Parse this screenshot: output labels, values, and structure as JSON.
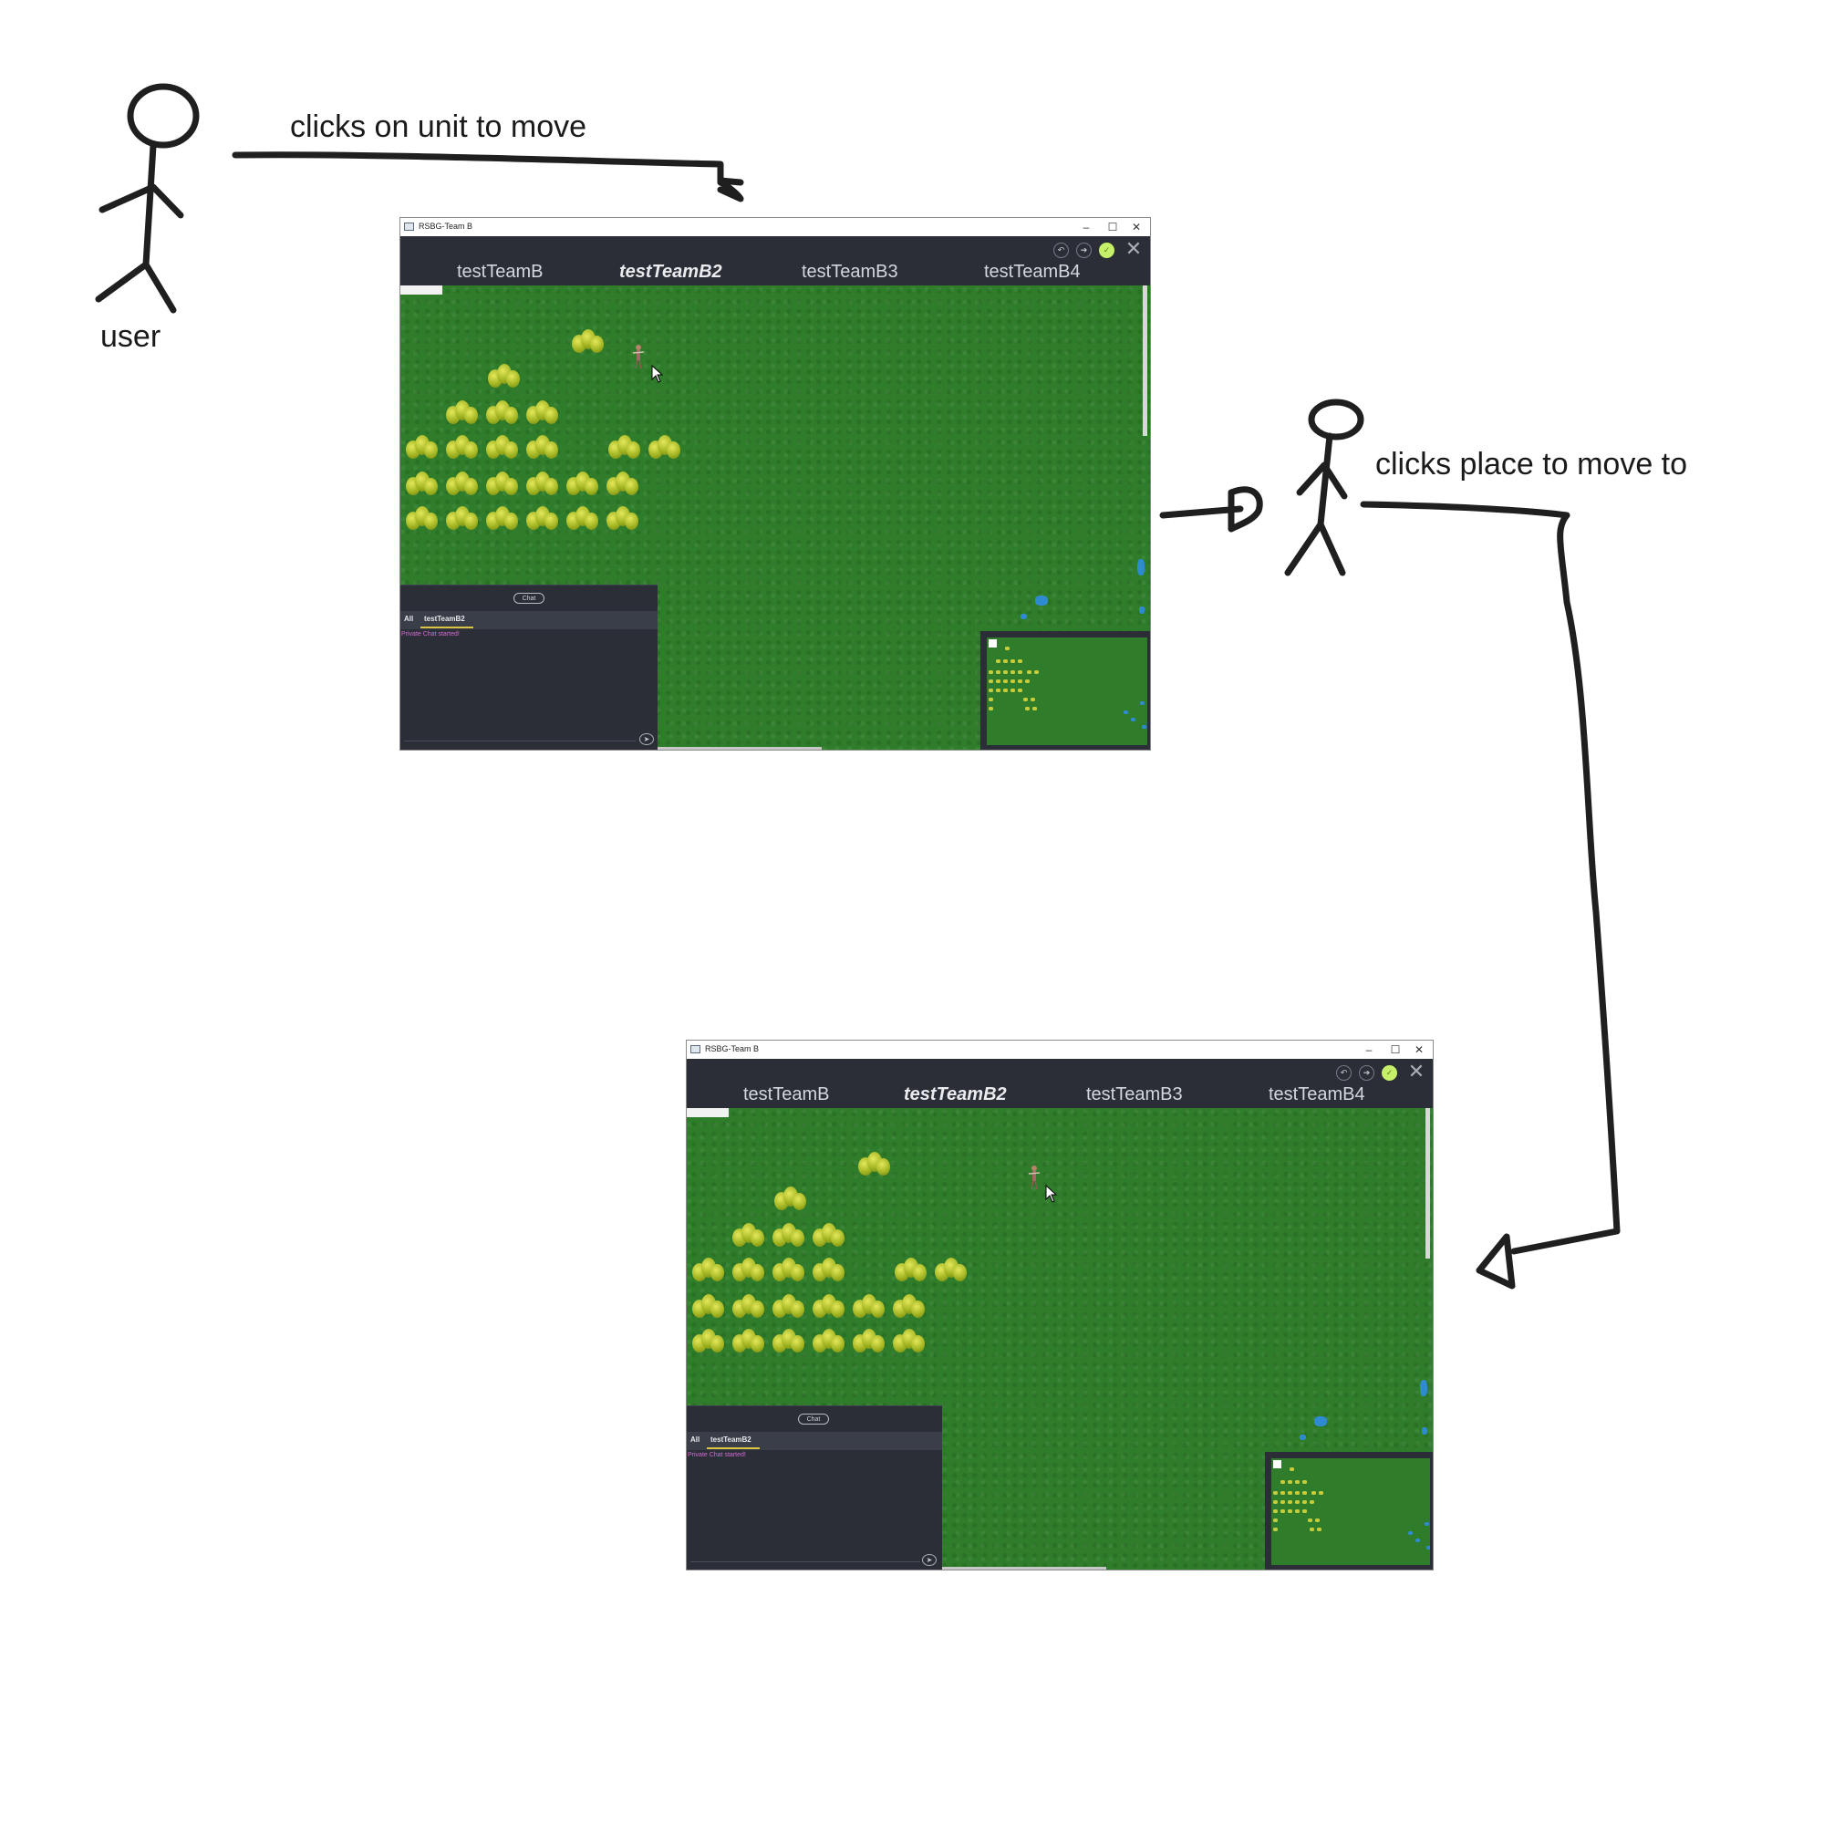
{
  "labels": {
    "step1": "clicks on unit to move",
    "step2": "clicks place to move to",
    "actor": "user"
  },
  "window": {
    "title": "RSBG-Team B",
    "controls": {
      "minimize": "–",
      "maximize": "☐",
      "close": "✕"
    },
    "teams": [
      "testTeamB",
      "testTeamB2",
      "testTeamB3",
      "testTeamB4"
    ],
    "active_team": "testTeamB2",
    "hud_buttons": [
      "undo-icon",
      "redo-icon",
      "confirm-icon",
      "close-icon"
    ],
    "chat": {
      "toggle_label": "Chat",
      "tabs": [
        "All",
        "testTeamB2"
      ],
      "active_tab": "testTeamB2",
      "system_message": "Private Chat started!"
    }
  },
  "colors": {
    "grass": "#2f7d2a",
    "panel": "#2b2e36",
    "tab_accent": "#d9c341",
    "message": "#d36bd3",
    "confirm": "#c6f06a"
  }
}
